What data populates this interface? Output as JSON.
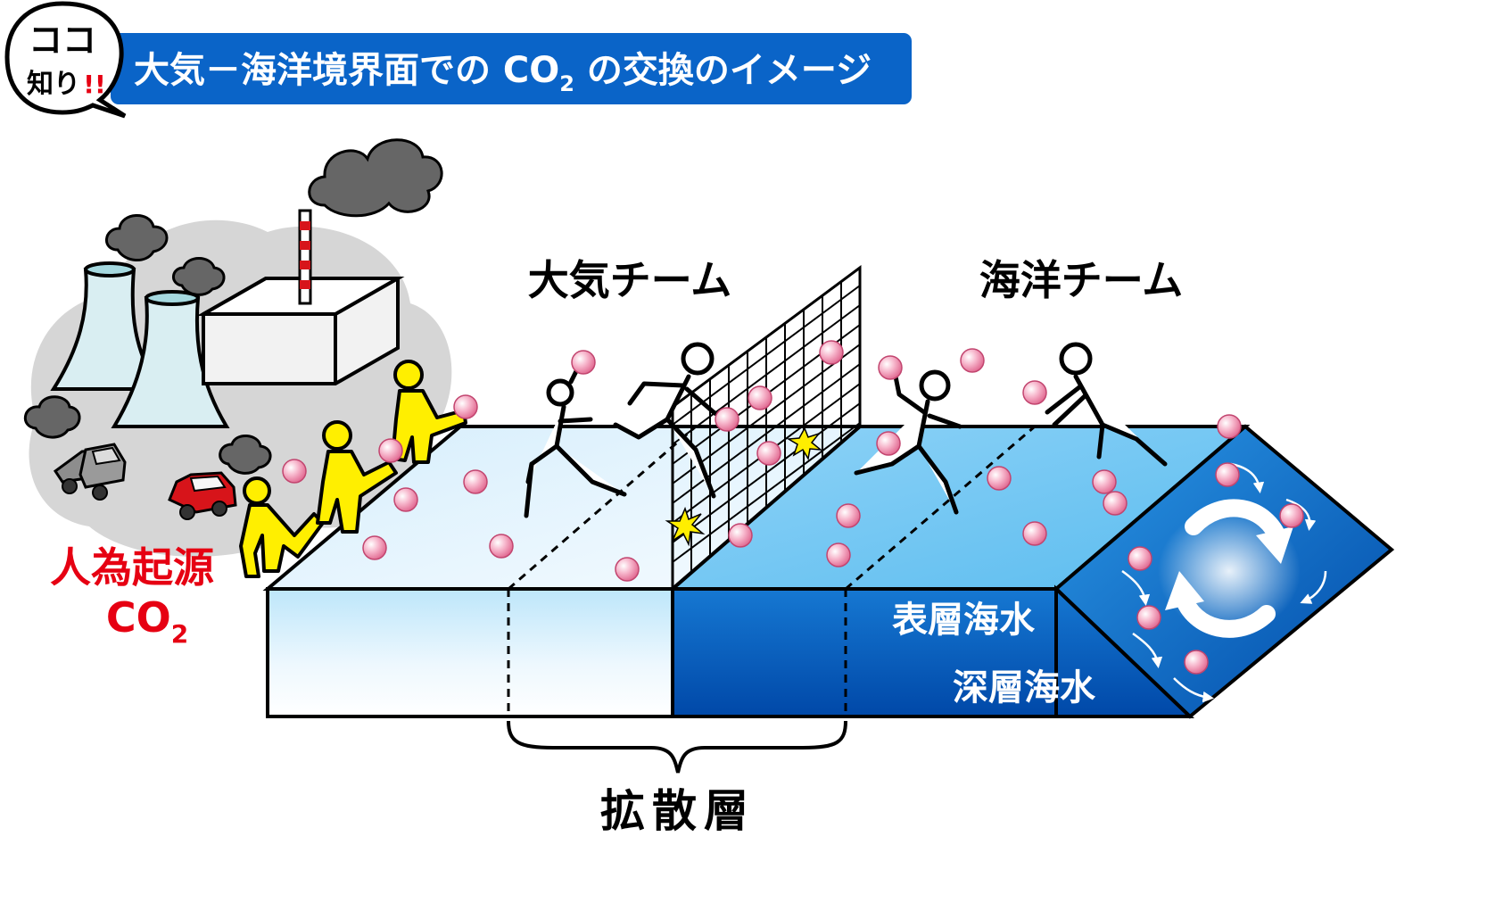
{
  "header": {
    "badge_line1": "ココ",
    "badge_line2": "知り",
    "badge_exclaim": "!!",
    "title_prefix": "大気－海洋境界面での CO",
    "title_sub": "2",
    "title_suffix": " の交換のイメージ"
  },
  "labels": {
    "atmosphere_team": "大気チーム",
    "ocean_team": "海洋チーム",
    "anthropogenic_line1": "人為起源",
    "anthropogenic_co": "CO",
    "anthropogenic_sub": "2",
    "surface_water": "表層海水",
    "deep_water": "深層海水",
    "diffusion_layer": "拡散層"
  },
  "colors": {
    "header_blue": "#0a64c8",
    "anthropogenic_red": "#e60012",
    "ball_pink": "#f4a6c0",
    "worker_yellow": "#ffef00",
    "air_slab": "#e3f2fc",
    "ocean_top": "#8fd1f5",
    "ocean_deep": "#0050b4"
  }
}
